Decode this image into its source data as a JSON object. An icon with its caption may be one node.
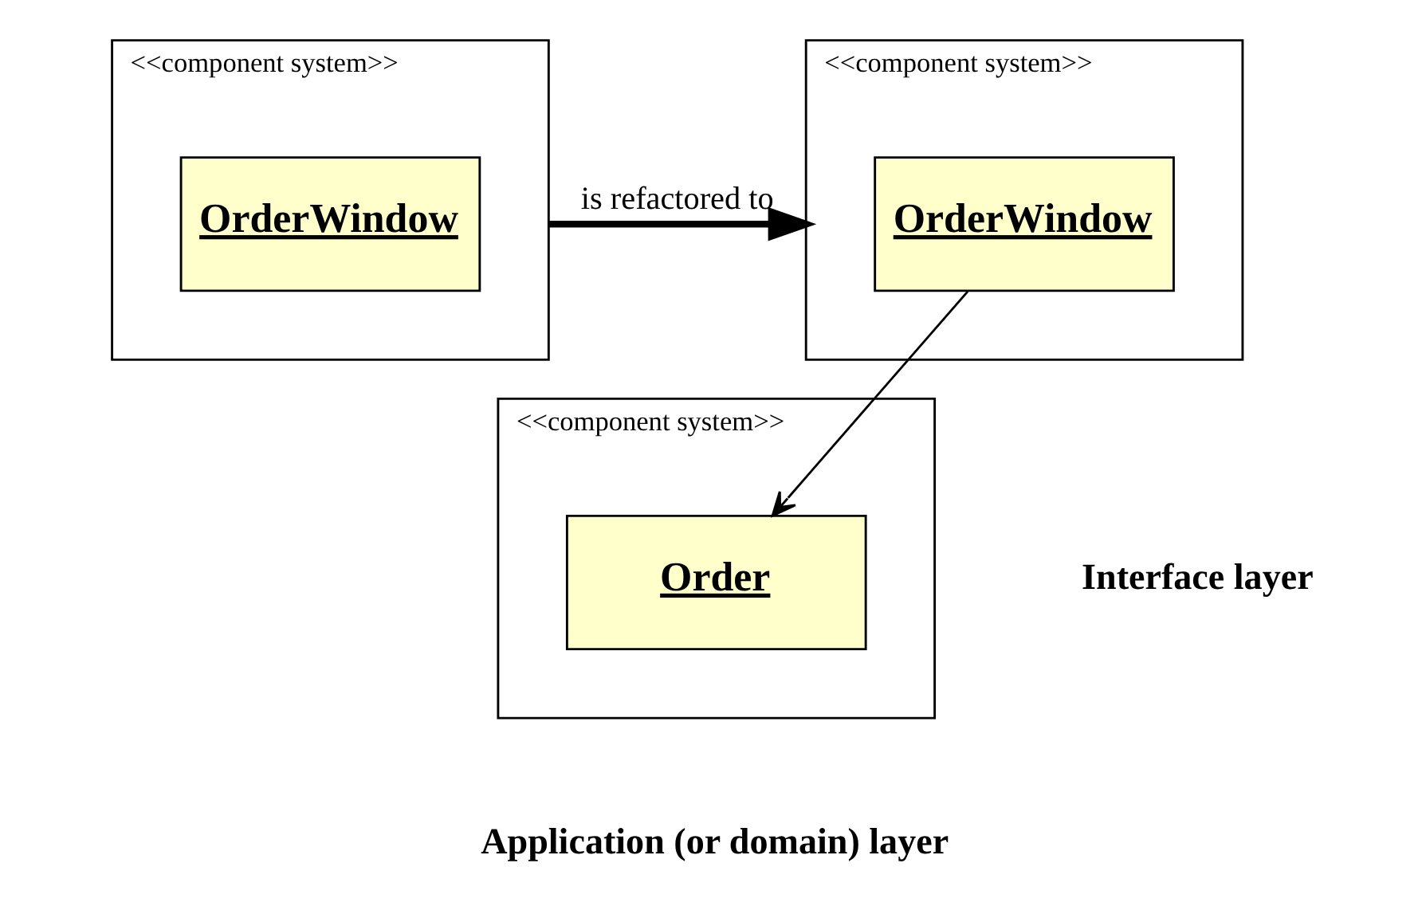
{
  "diagram": {
    "nodes": [
      {
        "text": [
          "<<component system>>"
        ]
      },
      {
        "text": [
          "OrderWindow"
        ],
        "in": 0
      },
      {
        "text": [
          "<<component system>>"
        ]
      },
      {
        "text": [
          "OrderWindow"
        ],
        "in": 2
      },
      {
        "text": [
          "<<component system>>"
        ]
      },
      {
        "text": [
          "Order"
        ],
        "in": 4
      }
    ],
    "edges": [
      {
        "from": 0,
        "to": 2,
        "arrow": "to",
        "label": "is refactored to",
        "style": "thick"
      },
      {
        "from": 3,
        "to": 5,
        "arrow": "to"
      }
    ],
    "labels": [
      "Interface layer",
      "Application (or domain) layer"
    ]
  }
}
